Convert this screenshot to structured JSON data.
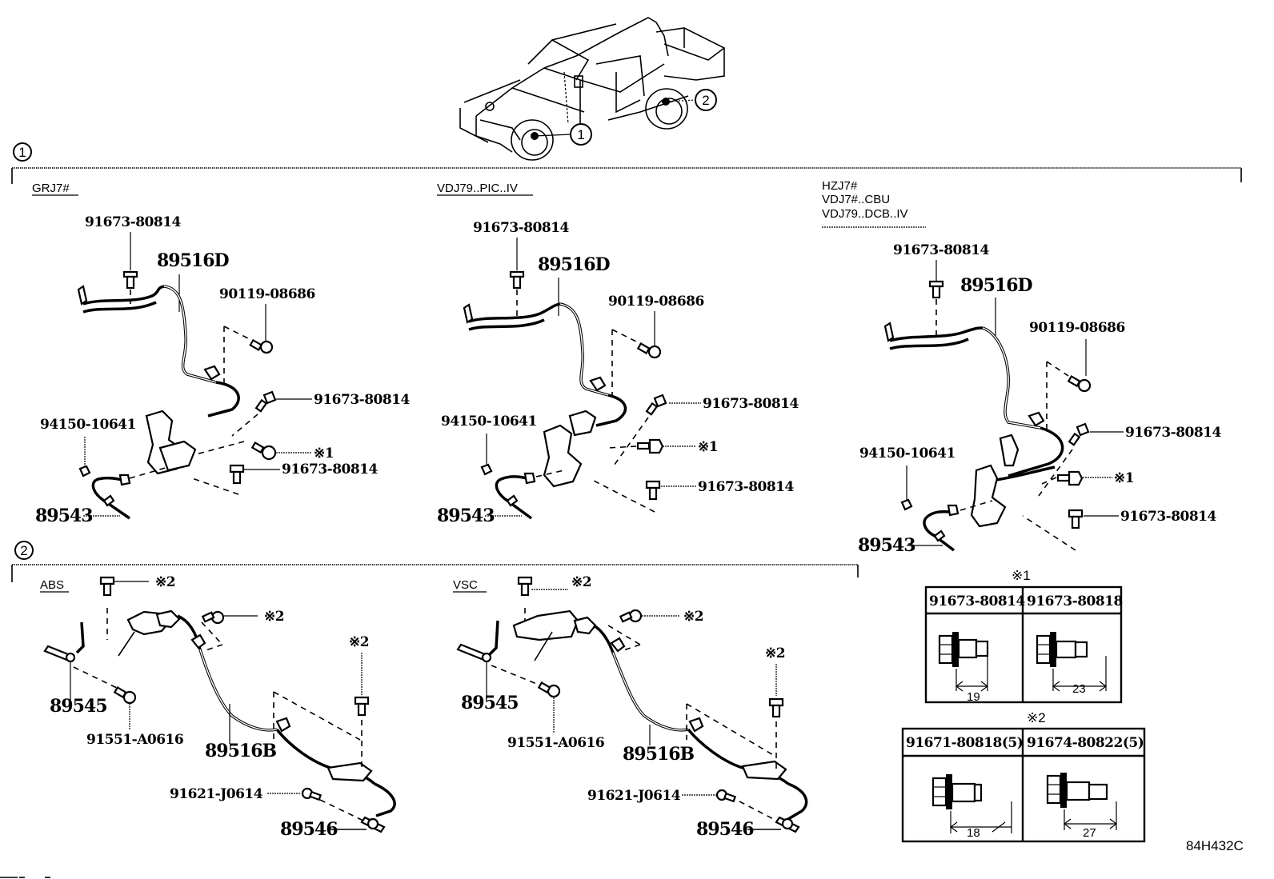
{
  "diagram": {
    "drawing_code": "84H432C",
    "vehicle": {
      "callouts": [
        "1",
        "2"
      ]
    },
    "sections": [
      {
        "id": "1",
        "title_marker": "1",
        "variants": [
          {
            "models": [
              "GRJ7#"
            ],
            "labels": {
              "top_bolt": "91673-80814",
              "harness": "89516D",
              "bracket_bolt": "90119-08686",
              "side_bolt": "91673-80814",
              "ref_bolt": "※1",
              "lower_bolt": "91673-80814",
              "clip": "94150-10641",
              "sensor": "89543"
            }
          },
          {
            "models": [
              "VDJ79..PIC..IV"
            ],
            "labels": {
              "top_bolt": "91673-80814",
              "harness": "89516D",
              "bracket_bolt": "90119-08686",
              "side_bolt": "91673-80814",
              "ref_bolt": "※1",
              "lower_bolt": "91673-80814",
              "clip": "94150-10641",
              "sensor": "89543"
            }
          },
          {
            "models": [
              "HZJ7#",
              "VDJ7#..CBU",
              "VDJ79..DCB..IV"
            ],
            "labels": {
              "top_bolt": "91673-80814",
              "harness": "89516D",
              "bracket_bolt": "90119-08686",
              "side_bolt": "91673-80814",
              "ref_bolt": "※1",
              "lower_bolt": "91673-80814",
              "clip": "94150-10641",
              "sensor": "89543"
            }
          }
        ]
      },
      {
        "id": "2",
        "title_marker": "2",
        "variants": [
          {
            "models": [
              "ABS"
            ],
            "labels": {
              "ref_top": "※2",
              "ref_mid": "※2",
              "ref_right": "※2",
              "sensor_front": "89545",
              "bolt_front": "91551-A0616",
              "harness": "89516B",
              "bolt_rear": "91621-J0614",
              "sensor_rear": "89546"
            }
          },
          {
            "models": [
              "VSC"
            ],
            "labels": {
              "ref_top": "※2",
              "ref_mid": "※2",
              "ref_right": "※2",
              "sensor_front": "89545",
              "bolt_front": "91551-A0616",
              "harness": "89516B",
              "bolt_rear": "91621-J0614",
              "sensor_rear": "89546"
            }
          }
        ]
      }
    ],
    "reference_tables": [
      {
        "marker": "※1",
        "columns": [
          {
            "part_no": "91673-80814",
            "length": "19"
          },
          {
            "part_no": "91673-80818",
            "length": "23"
          }
        ]
      },
      {
        "marker": "※2",
        "columns": [
          {
            "part_no": "91671-80818(5)",
            "length": "18"
          },
          {
            "part_no": "91674-80822(5)",
            "length": "27"
          }
        ]
      }
    ]
  }
}
